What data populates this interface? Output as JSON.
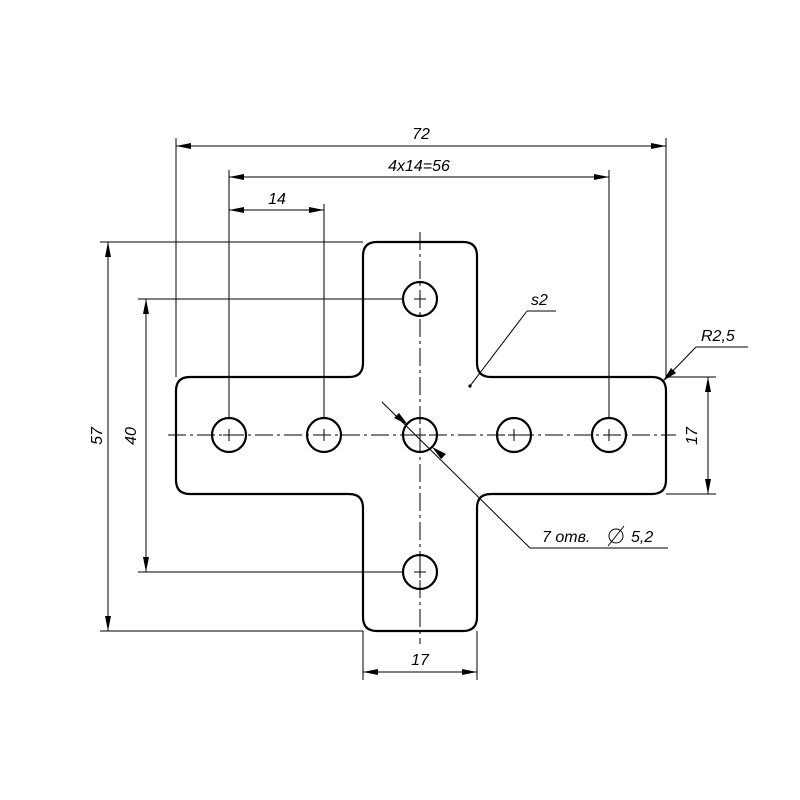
{
  "drawing": {
    "dimensions": {
      "overall_width": "72",
      "hole_pitch": "4x14=56",
      "pitch_single": "14",
      "overall_height": "57",
      "vertical_hole_span": "40",
      "arm_width_right": "17",
      "arm_width_bottom": "17"
    },
    "annotations": {
      "thickness": "s2",
      "corner_radius": "R2,5",
      "holes_note": "7 отв.",
      "holes_diameter": "5,2"
    }
  }
}
